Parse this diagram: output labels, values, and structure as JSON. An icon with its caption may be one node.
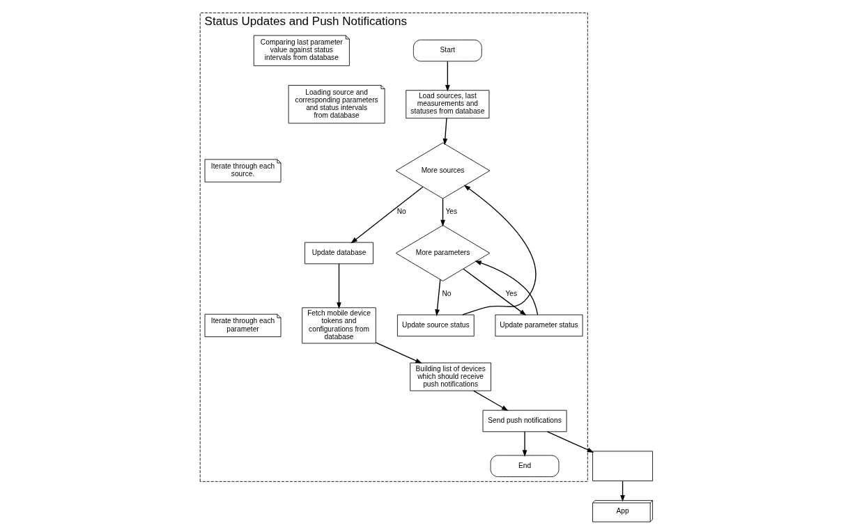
{
  "diagram": {
    "nodes": [
      {
        "text": [
          "Status Updates and Push Notifications"
        ]
      },
      {
        "text": [
          "Start"
        ],
        "in": 0
      },
      {
        "text": [
          "Load sources, last measurements and statuses from database"
        ],
        "in": 0
      },
      {
        "text": [
          "Loading source and corresponding parameters and status intervals from database"
        ],
        "in": 0
      },
      {
        "text": [
          "Iterate through each source."
        ],
        "in": 0
      },
      {
        "text": [
          "More sources"
        ],
        "in": 0
      },
      {
        "text": [
          "Update database"
        ],
        "in": 0
      },
      {
        "text": [
          "Fetch mobile device tokens and configurations from database"
        ],
        "in": 0
      },
      {
        "text": [
          "More parameters"
        ],
        "in": 0
      },
      {
        "text": [
          "Update source status"
        ],
        "in": 0
      },
      {
        "text": [
          "Building list of devices which should receive push notifications"
        ],
        "in": 0
      },
      {
        "text": [
          "Iterate through each parameter"
        ],
        "in": 0
      },
      {
        "text": [
          "Comparing last parameter value against status intervals from database"
        ],
        "in": 0
      },
      {
        "text": [
          "Update parameter status"
        ],
        "in": 0
      },
      {
        "text": [
          "Send push notifications"
        ],
        "in": 0
      },
      {
        "text": [
          "End"
        ],
        "in": 0
      },
      {
        "text": [],
        "shape": "box"
      },
      {
        "text": [
          "App"
        ]
      }
    ],
    "edges": [
      {
        "from": 1,
        "to": 2,
        "arrow": "to"
      },
      {
        "from": 2,
        "to": 5,
        "arrow": "to"
      },
      {
        "from": 5,
        "to": 6,
        "arrow": "to",
        "label": "No"
      },
      {
        "from": 5,
        "to": 8,
        "arrow": "to",
        "label": "Yes"
      },
      {
        "from": 8,
        "to": 9,
        "arrow": "to",
        "label": "No"
      },
      {
        "from": 8,
        "to": 13,
        "arrow": "to",
        "label": "Yes"
      },
      {
        "from": 13,
        "to": 8,
        "arrow": "to"
      },
      {
        "from": 9,
        "to": 5,
        "arrow": "to"
      },
      {
        "from": 6,
        "to": 7,
        "arrow": "to"
      },
      {
        "from": 7,
        "to": 10,
        "arrow": "to"
      },
      {
        "from": 10,
        "to": 14,
        "arrow": "to"
      },
      {
        "from": 14,
        "to": 15,
        "arrow": "to"
      },
      {
        "from": 14,
        "to": 16,
        "arrow": "to"
      },
      {
        "from": 16,
        "to": 17,
        "arrow": "to"
      }
    ]
  }
}
